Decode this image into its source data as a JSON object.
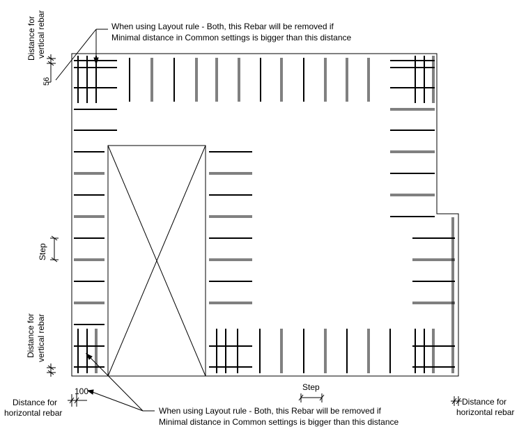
{
  "annotations": {
    "note_top_line1": "When using Layout rule - Both, this Rebar will be removed if",
    "note_top_line2": "Minimal distance in Common settings is bigger than this distance",
    "note_bottom_line1": "When using Layout rule - Both, this Rebar will be removed if",
    "note_bottom_line2": "Minimal distance in Common settings is bigger than this distance",
    "dist_vertical_top_line1": "Distance for",
    "dist_vertical_top_line2": "vertical rebar",
    "dist_vertical_top_value": "56",
    "dist_vertical_bottom_line1": "Distance for",
    "dist_vertical_bottom_line2": "vertical rebar",
    "step_left": "Step",
    "step_bottom": "Step",
    "dist_horizontal_left_value": "100",
    "dist_horizontal_left_line1": "Distance for",
    "dist_horizontal_left_line2": "horizontal rebar",
    "dist_horizontal_right_line1": "Distance for",
    "dist_horizontal_right_line2": "horizontal rebar"
  },
  "colors": {
    "line": "#000000",
    "background": "#ffffff"
  }
}
